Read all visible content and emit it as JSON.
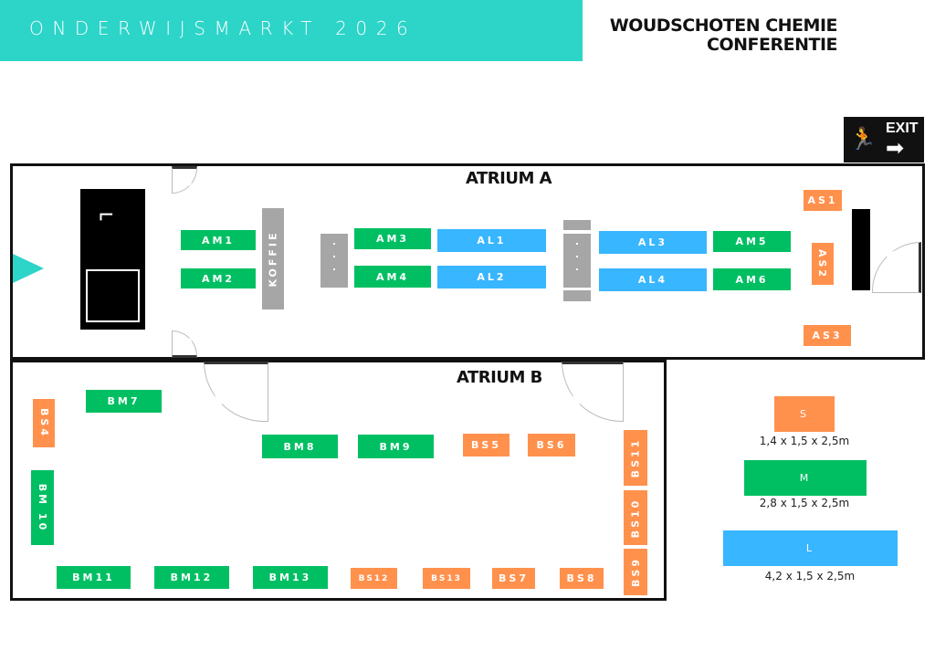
{
  "header": {
    "title": "ONDERWIJSMARKT 2026",
    "logo_line1": "WOUDSCHOTEN CHEMIE",
    "logo_line2": "CONFERENTIE"
  },
  "exit": {
    "label": "EXIT"
  },
  "atrium_a": {
    "title": "ATRIUM A"
  },
  "atrium_b": {
    "title": "ATRIUM B"
  },
  "koffie": "KOFFIE",
  "stalls_a": [
    "AM1",
    "AM2",
    "AM3",
    "AM4",
    "AL1",
    "AL2",
    "AL3",
    "AL4",
    "AM5",
    "AM6",
    "AS1",
    "AS2",
    "AS3"
  ],
  "stalls_b": [
    "BS4",
    "BM7",
    "BM 10",
    "BM8",
    "BM9",
    "BS5",
    "BS6",
    "BS11",
    "BS10",
    "BS9",
    "BM11",
    "BM12",
    "BM13",
    "BS12",
    "BS13",
    "BS7",
    "BS8"
  ],
  "legend": [
    {
      "label": "S",
      "dims": "1,4 x 1,5 x 2,5m"
    },
    {
      "label": "M",
      "dims": "2,8 x 1,5 x 2,5m"
    },
    {
      "label": "L",
      "dims": "4,2 x 1,5 x 2,5m"
    }
  ],
  "colors": {
    "teal": "#2dd4c8",
    "medium": "#00bf63",
    "large": "#38b6ff",
    "small": "#ff914d",
    "gray": "#a6a6a6"
  }
}
